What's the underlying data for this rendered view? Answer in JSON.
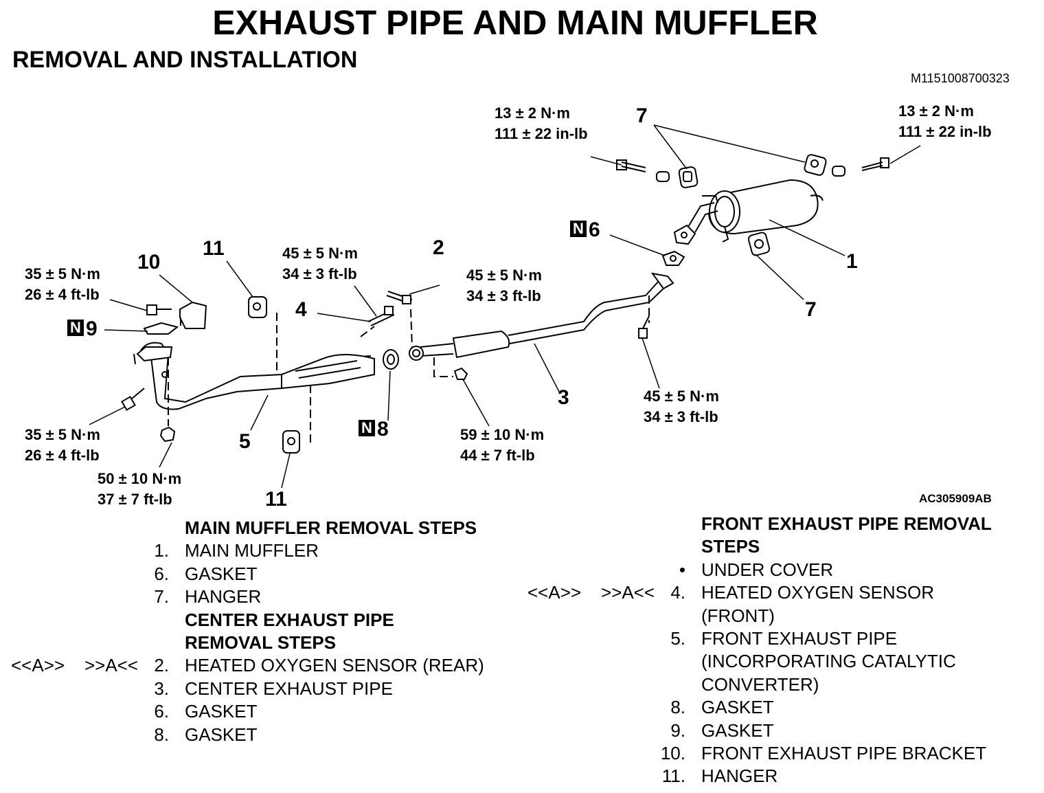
{
  "title": "EXHAUST PIPE AND MAIN MUFFLER",
  "subtitle": "REMOVAL AND INSTALLATION",
  "doc_code": "M1151008700323",
  "figure_code": "AC305909AB",
  "callouts": {
    "c1": "1",
    "c2": "2",
    "c3": "3",
    "c4": "4",
    "c5": "5",
    "c6": "6",
    "c7a": "7",
    "c7b": "7",
    "c8": "8",
    "c9": "9",
    "c10": "10",
    "c11a": "11",
    "c11b": "11",
    "n_mark": "N"
  },
  "torques": {
    "t_hanger_left": [
      "13 ± 2 N·m",
      "111 ± 22 in-lb"
    ],
    "t_hanger_right": [
      "13 ± 2 N·m",
      "111 ± 22 in-lb"
    ],
    "t_sensor_front": [
      "45 ± 5 N·m",
      "34 ± 3 ft-lb"
    ],
    "t_sensor_rear": [
      "45 ± 5 N·m",
      "34 ± 3 ft-lb"
    ],
    "t_bracket_top": [
      "35 ± 5 N·m",
      "26 ± 4 ft-lb"
    ],
    "t_bracket_bottom": [
      "35 ± 5 N·m",
      "26 ± 4 ft-lb"
    ],
    "t_nut_front": [
      "50 ± 10 N·m",
      "37 ± 7 ft-lb"
    ],
    "t_center_nut": [
      "59 ± 10 N·m",
      "44 ± 7 ft-lb"
    ],
    "t_rear_bolt": [
      "45 ± 5 N·m",
      "34 ± 3 ft-lb"
    ]
  },
  "left_list": [
    {
      "marker": "",
      "num": "",
      "text": "MAIN MUFFLER REMOVAL STEPS",
      "header": true
    },
    {
      "marker": "",
      "num": "1.",
      "text": "MAIN MUFFLER",
      "header": false
    },
    {
      "marker": "",
      "num": "6.",
      "text": "GASKET",
      "header": false
    },
    {
      "marker": "",
      "num": "7.",
      "text": "HANGER",
      "header": false
    },
    {
      "marker": "",
      "num": "",
      "text": "CENTER EXHAUST PIPE",
      "header": true
    },
    {
      "marker": "",
      "num": "",
      "text": "REMOVAL STEPS",
      "header": true
    },
    {
      "marker": "<<A>>    >>A<<",
      "num": "2.",
      "text": "HEATED OXYGEN SENSOR (REAR)",
      "header": false
    },
    {
      "marker": "",
      "num": "3.",
      "text": "CENTER EXHAUST PIPE",
      "header": false
    },
    {
      "marker": "",
      "num": "6.",
      "text": "GASKET",
      "header": false
    },
    {
      "marker": "",
      "num": "8.",
      "text": "GASKET",
      "header": false
    }
  ],
  "right_list": [
    {
      "marker": "",
      "num": "",
      "text": "FRONT EXHAUST PIPE REMOVAL",
      "header": true
    },
    {
      "marker": "",
      "num": "",
      "text": "STEPS",
      "header": true
    },
    {
      "marker": "",
      "num": "•",
      "text": "UNDER COVER",
      "header": false
    },
    {
      "marker": "<<A>>    >>A<<",
      "num": "4.",
      "text": "HEATED OXYGEN SENSOR",
      "header": false
    },
    {
      "marker": "",
      "num": "",
      "text": "(FRONT)",
      "header": false
    },
    {
      "marker": "",
      "num": "5.",
      "text": "FRONT EXHAUST PIPE",
      "header": false
    },
    {
      "marker": "",
      "num": "",
      "text": "(INCORPORATING CATALYTIC",
      "header": false
    },
    {
      "marker": "",
      "num": "",
      "text": "CONVERTER)",
      "header": false
    },
    {
      "marker": "",
      "num": "8.",
      "text": "GASKET",
      "header": false
    },
    {
      "marker": "",
      "num": "9.",
      "text": "GASKET",
      "header": false
    },
    {
      "marker": "",
      "num": "10.",
      "text": "FRONT EXHAUST PIPE BRACKET",
      "header": false
    },
    {
      "marker": "",
      "num": "11.",
      "text": "HANGER",
      "header": false
    }
  ]
}
